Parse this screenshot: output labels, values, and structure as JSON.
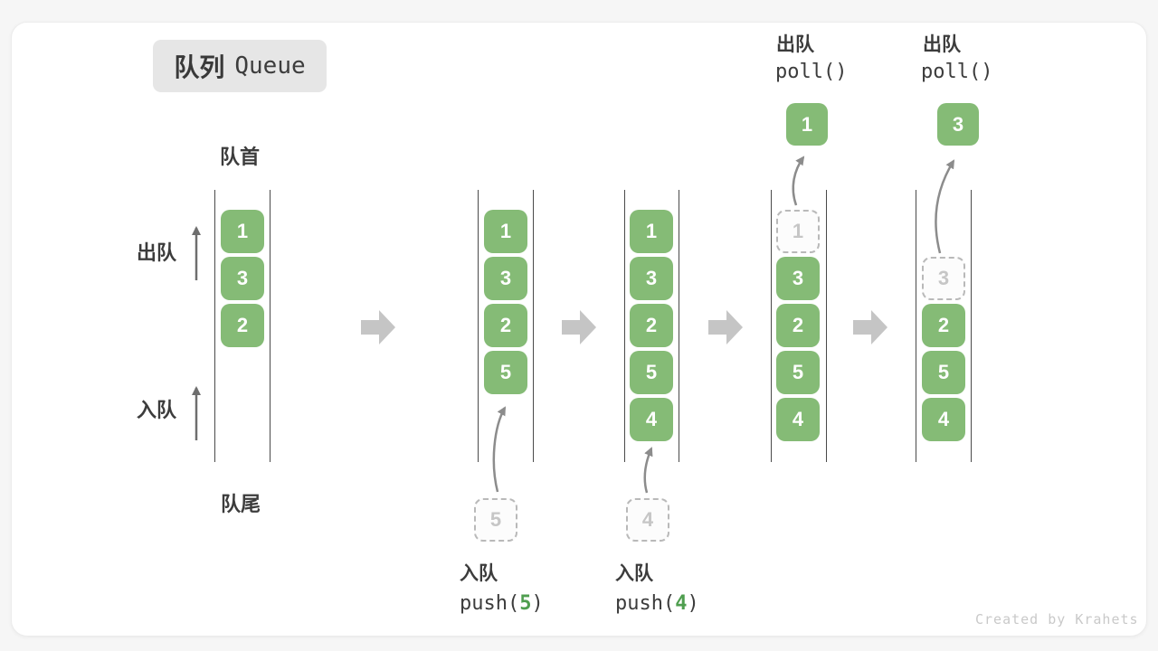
{
  "title": {
    "zh": "队列",
    "en": "Queue"
  },
  "side_labels": {
    "front": "队首",
    "rear": "队尾",
    "dequeue": "出队",
    "enqueue": "入队"
  },
  "columns": [
    {
      "name": "state-initial",
      "slots": [
        {
          "value": "1",
          "type": "filled"
        },
        {
          "value": "3",
          "type": "filled"
        },
        {
          "value": "2",
          "type": "filled"
        }
      ]
    },
    {
      "name": "state-after-push5",
      "slots": [
        {
          "value": "1",
          "type": "filled"
        },
        {
          "value": "3",
          "type": "filled"
        },
        {
          "value": "2",
          "type": "filled"
        },
        {
          "value": "5",
          "type": "filled"
        }
      ]
    },
    {
      "name": "state-after-push4",
      "slots": [
        {
          "value": "1",
          "type": "filled"
        },
        {
          "value": "3",
          "type": "filled"
        },
        {
          "value": "2",
          "type": "filled"
        },
        {
          "value": "5",
          "type": "filled"
        },
        {
          "value": "4",
          "type": "filled"
        }
      ]
    },
    {
      "name": "state-after-poll1",
      "slots": [
        {
          "value": "1",
          "type": "ghost"
        },
        {
          "value": "3",
          "type": "filled"
        },
        {
          "value": "2",
          "type": "filled"
        },
        {
          "value": "5",
          "type": "filled"
        },
        {
          "value": "4",
          "type": "filled"
        }
      ]
    },
    {
      "name": "state-after-poll3",
      "slots": [
        {
          "value": "3",
          "type": "ghost"
        },
        {
          "value": "2",
          "type": "filled"
        },
        {
          "value": "5",
          "type": "filled"
        },
        {
          "value": "4",
          "type": "filled"
        }
      ]
    }
  ],
  "operations": {
    "push_5": {
      "action": "入队",
      "code_open": "push(",
      "code_arg": "5",
      "code_close": ")",
      "staged_value": "5"
    },
    "push_4": {
      "action": "入队",
      "code_open": "push(",
      "code_arg": "4",
      "code_close": ")",
      "staged_value": "4"
    },
    "poll_1": {
      "action": "出队",
      "code": "poll()",
      "removed_value": "1"
    },
    "poll_3": {
      "action": "出队",
      "code": "poll()",
      "removed_value": "3"
    }
  },
  "watermark": "Created by Krahets",
  "colors": {
    "box_green": "#85bb76",
    "code_arg_green": "#4f9e4f",
    "block_arrow_gray": "#c5c5c5",
    "ghost_gray": "#c6c6c6",
    "badge_bg": "#e6e6e6",
    "text_dark": "#3c3c3c"
  }
}
